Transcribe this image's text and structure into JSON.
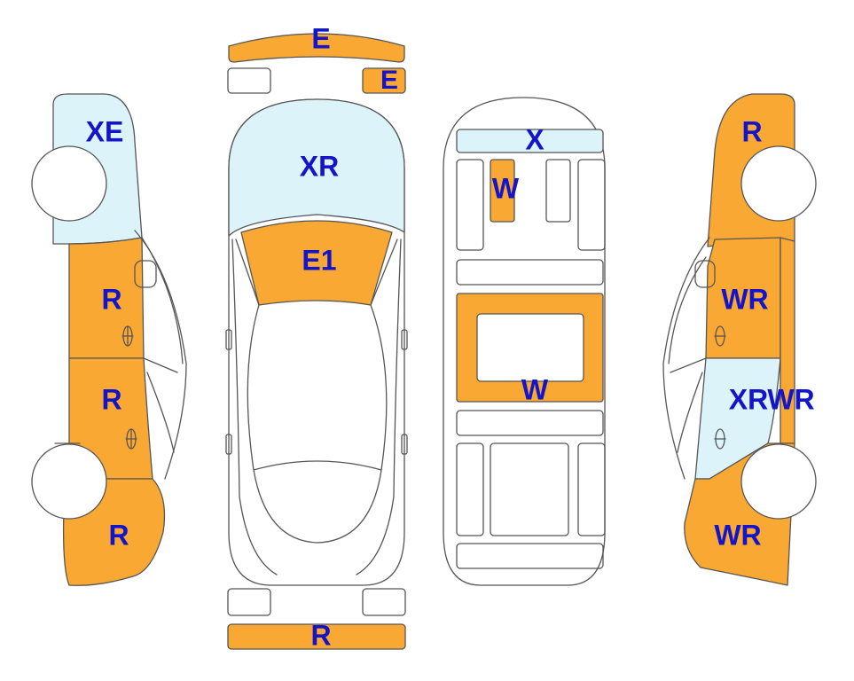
{
  "colors": {
    "damage": "#F8A833",
    "glass": "#DDF3FA",
    "label": "#1414C8",
    "line": "#555555",
    "background": "#FFFFFF"
  },
  "labels": {
    "front_bumper": "E",
    "front_right_small": "E",
    "windshield": "XR",
    "hood": "E1",
    "rear_bumper": "R",
    "left_front": "XE",
    "left_front_door": "R",
    "left_rear_door": "R",
    "left_rear_quarter": "R",
    "interior_front_glass": "X",
    "interior_seat": "W",
    "interior_floor": "W",
    "right_front": "R",
    "right_front_door": "WR",
    "right_rear_door_a": "XR",
    "right_rear_door_b": "WR",
    "right_rear_quarter": "WR"
  }
}
